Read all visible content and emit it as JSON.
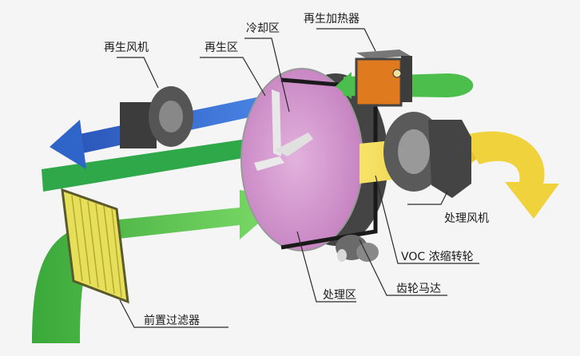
{
  "labels": {
    "cooling_zone": "冷却区",
    "regen_heater": "再生加热器",
    "regen_fan": "再生风机",
    "regen_zone": "再生区",
    "process_fan": "处理风机",
    "voc_rotor": "VOC 浓缩转轮",
    "process_zone": "处理区",
    "gear_motor": "齿轮马达",
    "pre_filter": "前置过滤器"
  },
  "colors": {
    "green_flow": "#4cbe4c",
    "blue_flow": "#2f64c8",
    "yellow_flow": "#f0d23c",
    "rotor_face": "#d79bd2",
    "heater": "#e07a1e",
    "filter": "#e6df5a"
  }
}
